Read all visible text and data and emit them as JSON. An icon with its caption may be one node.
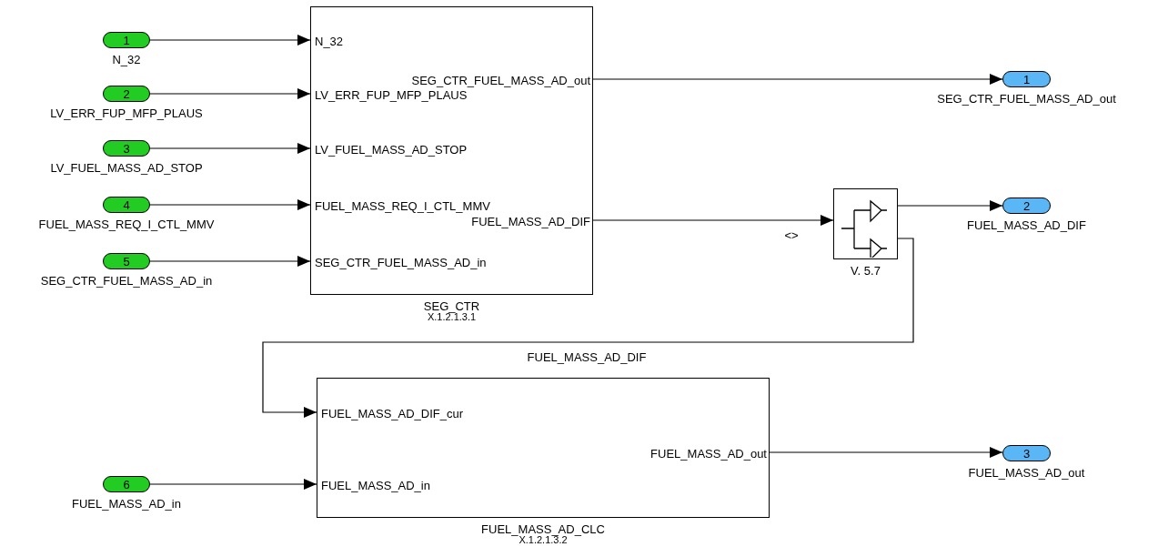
{
  "diagram": {
    "nodes": [
      {
        "text": [
          "1"
        ],
        "beside": [
          "N_32"
        ]
      },
      {
        "text": [
          "2"
        ],
        "beside": [
          "LV_ERR_FUP_MFP_PLAUS"
        ]
      },
      {
        "text": [
          "3"
        ],
        "beside": [
          "LV_FUEL_MASS_AD_STOP"
        ]
      },
      {
        "text": [
          "4"
        ],
        "beside": [
          "FUEL_MASS_REQ_I_CTL_MMV"
        ]
      },
      {
        "text": [
          "5"
        ],
        "beside": [
          "SEG_CTR_FUEL_MASS_AD_in"
        ]
      },
      {
        "text": [],
        "shape": "box",
        "beside": [
          "SEG_CTR",
          "X.1.2.1.3.1"
        ]
      },
      {
        "text": [
          "N_32"
        ],
        "in": 5
      },
      {
        "text": [
          "LV_ERR_FUP_MFP_PLAUS"
        ],
        "in": 5
      },
      {
        "text": [
          "LV_FUEL_MASS_AD_STOP"
        ],
        "in": 5
      },
      {
        "text": [
          "FUEL_MASS_REQ_I_CTL_MMV"
        ],
        "in": 5
      },
      {
        "text": [
          "SEG_CTR_FUEL_MASS_AD_in"
        ],
        "in": 5
      },
      {
        "text": [
          "SEG_CTR_FUEL_MASS_AD_out"
        ],
        "in": 5
      },
      {
        "text": [
          "FUEL_MASS_AD_DIF"
        ],
        "in": 5
      },
      {
        "text": [],
        "shape": "box",
        "beside": [
          "V. 5.7"
        ]
      },
      {
        "text": [
          "1"
        ],
        "beside": [
          "SEG_CTR_FUEL_MASS_AD_out"
        ]
      },
      {
        "text": [
          "2"
        ],
        "beside": [
          "FUEL_MASS_AD_DIF"
        ]
      },
      {
        "text": [],
        "shape": "box",
        "beside": [
          "FUEL_MASS_AD_CLC",
          "X.1.2.1.3.2"
        ]
      },
      {
        "text": [
          "FUEL_MASS_AD_DIF_cur"
        ],
        "in": 16
      },
      {
        "text": [
          "FUEL_MASS_AD_in"
        ],
        "in": 16
      },
      {
        "text": [
          "FUEL_MASS_AD_out"
        ],
        "in": 16
      },
      {
        "text": [
          "6"
        ],
        "beside": [
          "FUEL_MASS_AD_in"
        ]
      },
      {
        "text": [
          "3"
        ],
        "beside": [
          "FUEL_MASS_AD_out"
        ]
      }
    ],
    "edges": [
      {
        "from": 0,
        "to": 6,
        "arrow": "to"
      },
      {
        "from": 1,
        "to": 7,
        "arrow": "to"
      },
      {
        "from": 2,
        "to": 8,
        "arrow": "to"
      },
      {
        "from": 3,
        "to": 9,
        "arrow": "to"
      },
      {
        "from": 4,
        "to": 10,
        "arrow": "to"
      },
      {
        "from": 11,
        "to": 14,
        "arrow": "to"
      },
      {
        "from": 12,
        "to": 13,
        "arrow": "to",
        "label": "<>"
      },
      {
        "from": 13,
        "to": 15,
        "arrow": "to"
      },
      {
        "from": 13,
        "to": 17,
        "arrow": "to",
        "label": "FUEL_MASS_AD_DIF"
      },
      {
        "from": 20,
        "to": 18,
        "arrow": "to"
      },
      {
        "from": 19,
        "to": 21,
        "arrow": "to"
      }
    ]
  }
}
